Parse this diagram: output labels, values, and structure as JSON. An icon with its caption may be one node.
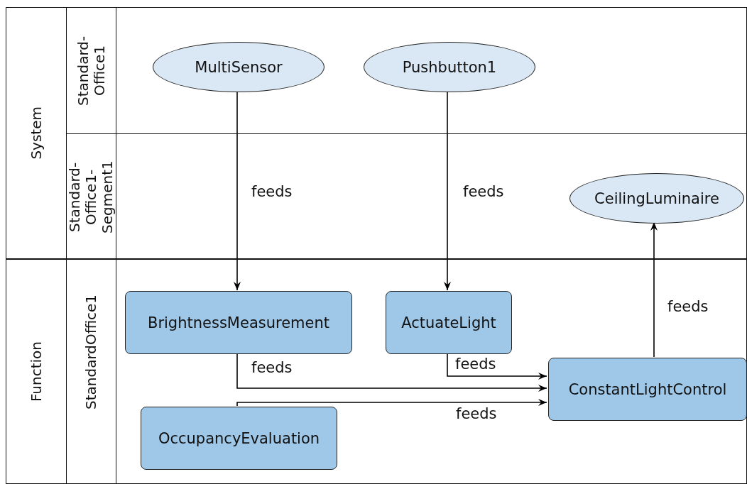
{
  "diagram": {
    "nodes": [
      {
        "text": [
          "System"
        ]
      },
      {
        "text": [
          "Standard-Office1"
        ],
        "in": 0
      },
      {
        "text": [
          "Standard-Office1-Segment1"
        ],
        "in": 0
      },
      {
        "text": [
          "MultiSensor"
        ],
        "in": 1
      },
      {
        "text": [
          "Pushbutton1"
        ],
        "in": 1
      },
      {
        "text": [
          "CeilingLuminaire"
        ],
        "in": 2
      },
      {
        "text": [
          "Function"
        ]
      },
      {
        "text": [
          "StandardOffice1"
        ],
        "in": 6
      },
      {
        "text": [
          "BrightnessMeasurement"
        ],
        "in": 7
      },
      {
        "text": [
          "ActuateLight"
        ],
        "in": 7
      },
      {
        "text": [
          "OccupancyEvaluation"
        ],
        "in": 7
      },
      {
        "text": [
          "ConstantLightControl"
        ],
        "in": 7
      }
    ],
    "edges": [
      {
        "from": 3,
        "to": 8,
        "arrow": "to",
        "label": "feeds"
      },
      {
        "from": 4,
        "to": 9,
        "arrow": "to",
        "label": "feeds"
      },
      {
        "from": 11,
        "to": 5,
        "arrow": "to",
        "label": "feeds"
      },
      {
        "from": 8,
        "to": 11,
        "arrow": "to",
        "label": "feeds"
      },
      {
        "from": 9,
        "to": 11,
        "arrow": "to",
        "label": "feeds"
      },
      {
        "from": 10,
        "to": 11,
        "arrow": "to",
        "label": "feeds"
      }
    ]
  }
}
